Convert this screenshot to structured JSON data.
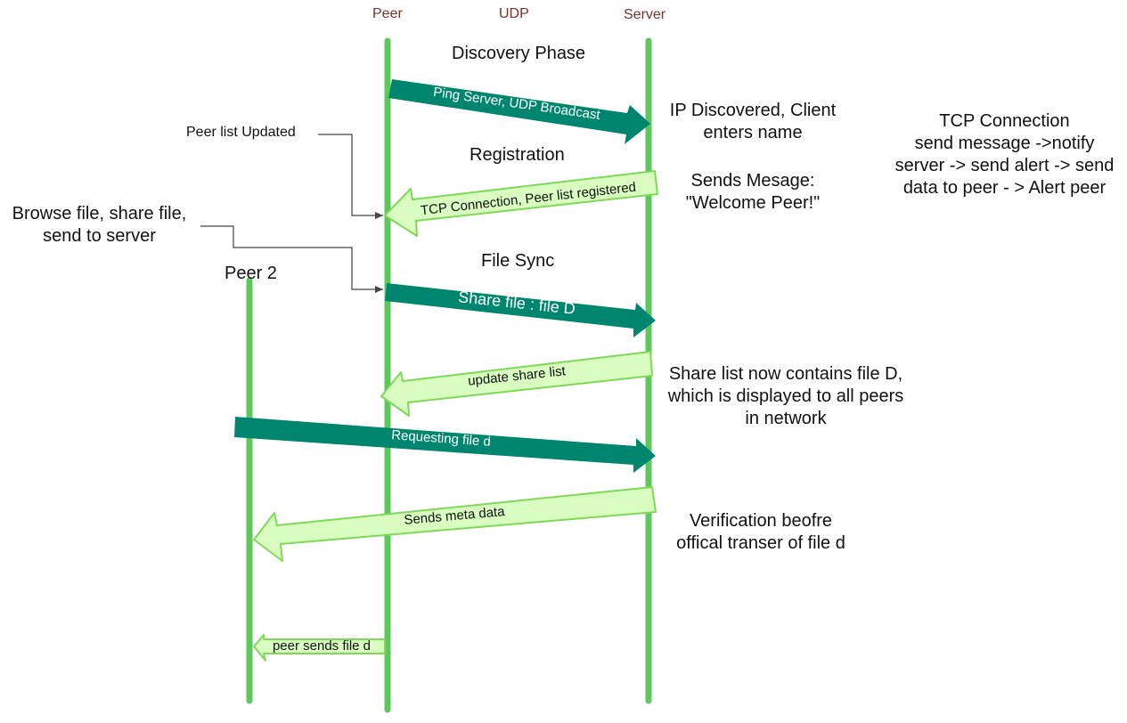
{
  "headers": {
    "peer": "Peer",
    "udp": "UDP",
    "server": "Server"
  },
  "peer2": "Peer 2",
  "phases": {
    "discovery": "Discovery Phase",
    "registration": "Registration",
    "file_sync": "File Sync"
  },
  "notes": {
    "ip_discovered": [
      "IP Discovered, Client",
      "enters name"
    ],
    "sends_message": [
      "Sends Mesage:",
      "\"Welcome Peer!\""
    ],
    "tcp_connection": [
      "TCP Connection",
      "send message ->notify",
      "server -> send alert -> send",
      "data to peer - > Alert  peer"
    ],
    "peer_list_updated": "Peer list Updated",
    "browse_file": [
      "Browse file, share file,",
      "send to server"
    ],
    "share_list": [
      "Share list now contains file D,",
      "which is displayed to all peers",
      "in network"
    ],
    "verification": [
      "Verification beofre",
      "offical transer of file d"
    ]
  },
  "arrows": {
    "ping": "Ping Server,  UDP Broadcast",
    "tcp": "TCP Connection, Peer list registered",
    "share": "Share file : file D",
    "update": "update share list",
    "request": "Requesting file d",
    "meta": "Sends meta data",
    "peer_sends": "peer sends file d"
  },
  "colors": {
    "lifeline": "#5cc85c",
    "dark_arrow": "#00856f",
    "light_arrow": "#d9fcc0",
    "light_stroke": "#7ed957",
    "header_text": "#7a2f2f",
    "connector": "#444444"
  }
}
